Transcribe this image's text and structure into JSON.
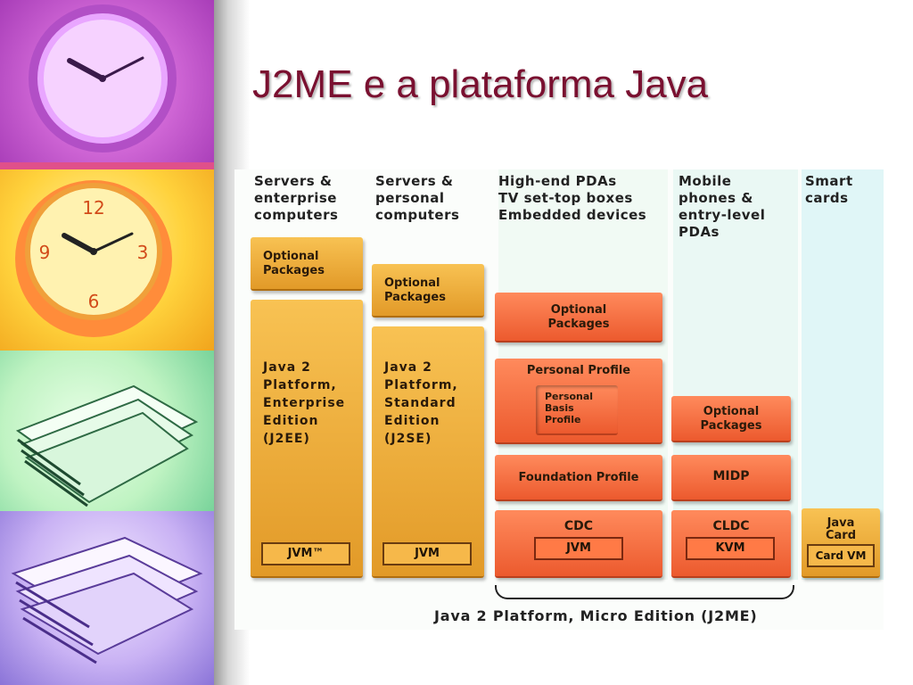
{
  "slide": {
    "title": "J2ME e a plataforma Java"
  },
  "diagram": {
    "columns": [
      {
        "header": "Servers &\nenterprise\ncomputers"
      },
      {
        "header": "Servers &\npersonal\ncomputers"
      },
      {
        "header": "High-end PDAs\nTV set-top boxes\nEmbedded devices"
      },
      {
        "header": "Mobile\nphones &\nentry-level\nPDAs"
      },
      {
        "header": "Smart\ncards"
      }
    ],
    "optional_packages": "Optional\nPackages",
    "j2ee": "Java 2\nPlatform,\nEnterprise\nEdition\n(J2EE)",
    "j2se": "Java 2\nPlatform,\nStandard\nEdition\n(J2SE)",
    "jvm_tm": "JVM™",
    "jvm": "JVM",
    "personal_profile": "Personal Profile",
    "personal_basis_profile": "Personal\nBasis\nProfile",
    "foundation_profile": "Foundation Profile",
    "cdc": "CDC",
    "midp": "MIDP",
    "cldc": "CLDC",
    "kvm": "KVM",
    "java_card": "Java\nCard",
    "card_vm": "Card VM",
    "footer": "Java 2 Platform, Micro Edition (J2ME)"
  },
  "colors": {
    "title": "#7a1030",
    "gold_block": "#f0ae3c",
    "orange_block": "#f5683a"
  }
}
